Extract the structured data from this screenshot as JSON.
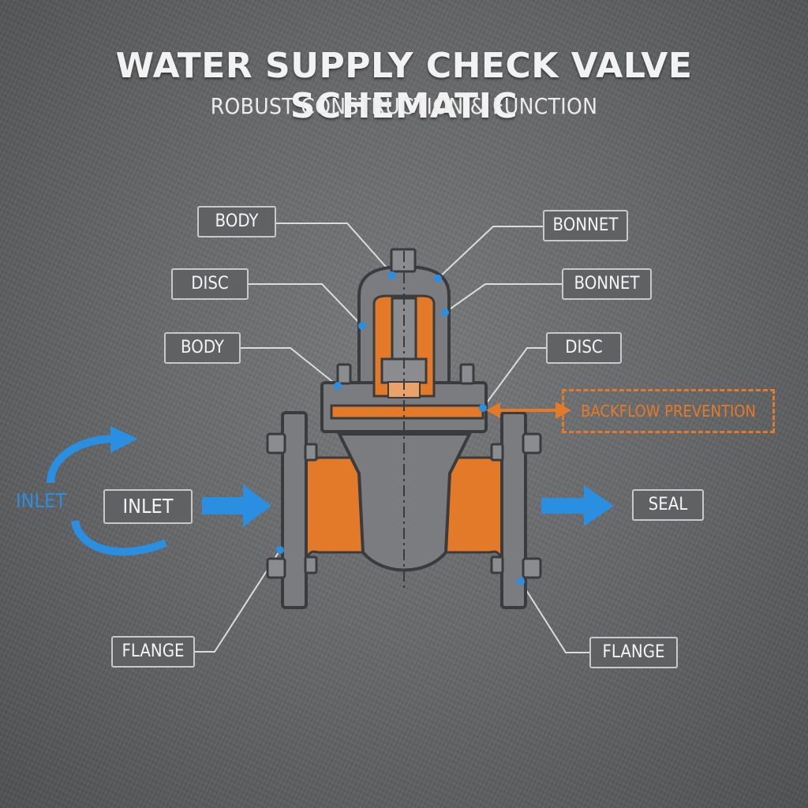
{
  "title": "WATER SUPPLY CHECK VALVE SCHEMATIC",
  "subtitle": "ROBUST CONSTRUCTION & FUNCTION",
  "labels": {
    "body_top": "BODY",
    "disc_left": "DISC",
    "body_left": "BODY",
    "bonnet_top": "BONNET",
    "bonnet_right": "BONNET",
    "disc_right": "DISC",
    "inlet": "INLET",
    "seal": "SEAL",
    "flange_left": "FLANGE",
    "flange_right": "FLANGE"
  },
  "callout": {
    "backflow": "BACKFLOW PREVENTION"
  },
  "inlet_cycle": "INLET",
  "colors": {
    "background": "#68696b",
    "accent_orange": "#e37a2a",
    "flow_blue": "#2a8fe0",
    "metal": "#7a7c80",
    "outline": "#3a3b3d"
  }
}
